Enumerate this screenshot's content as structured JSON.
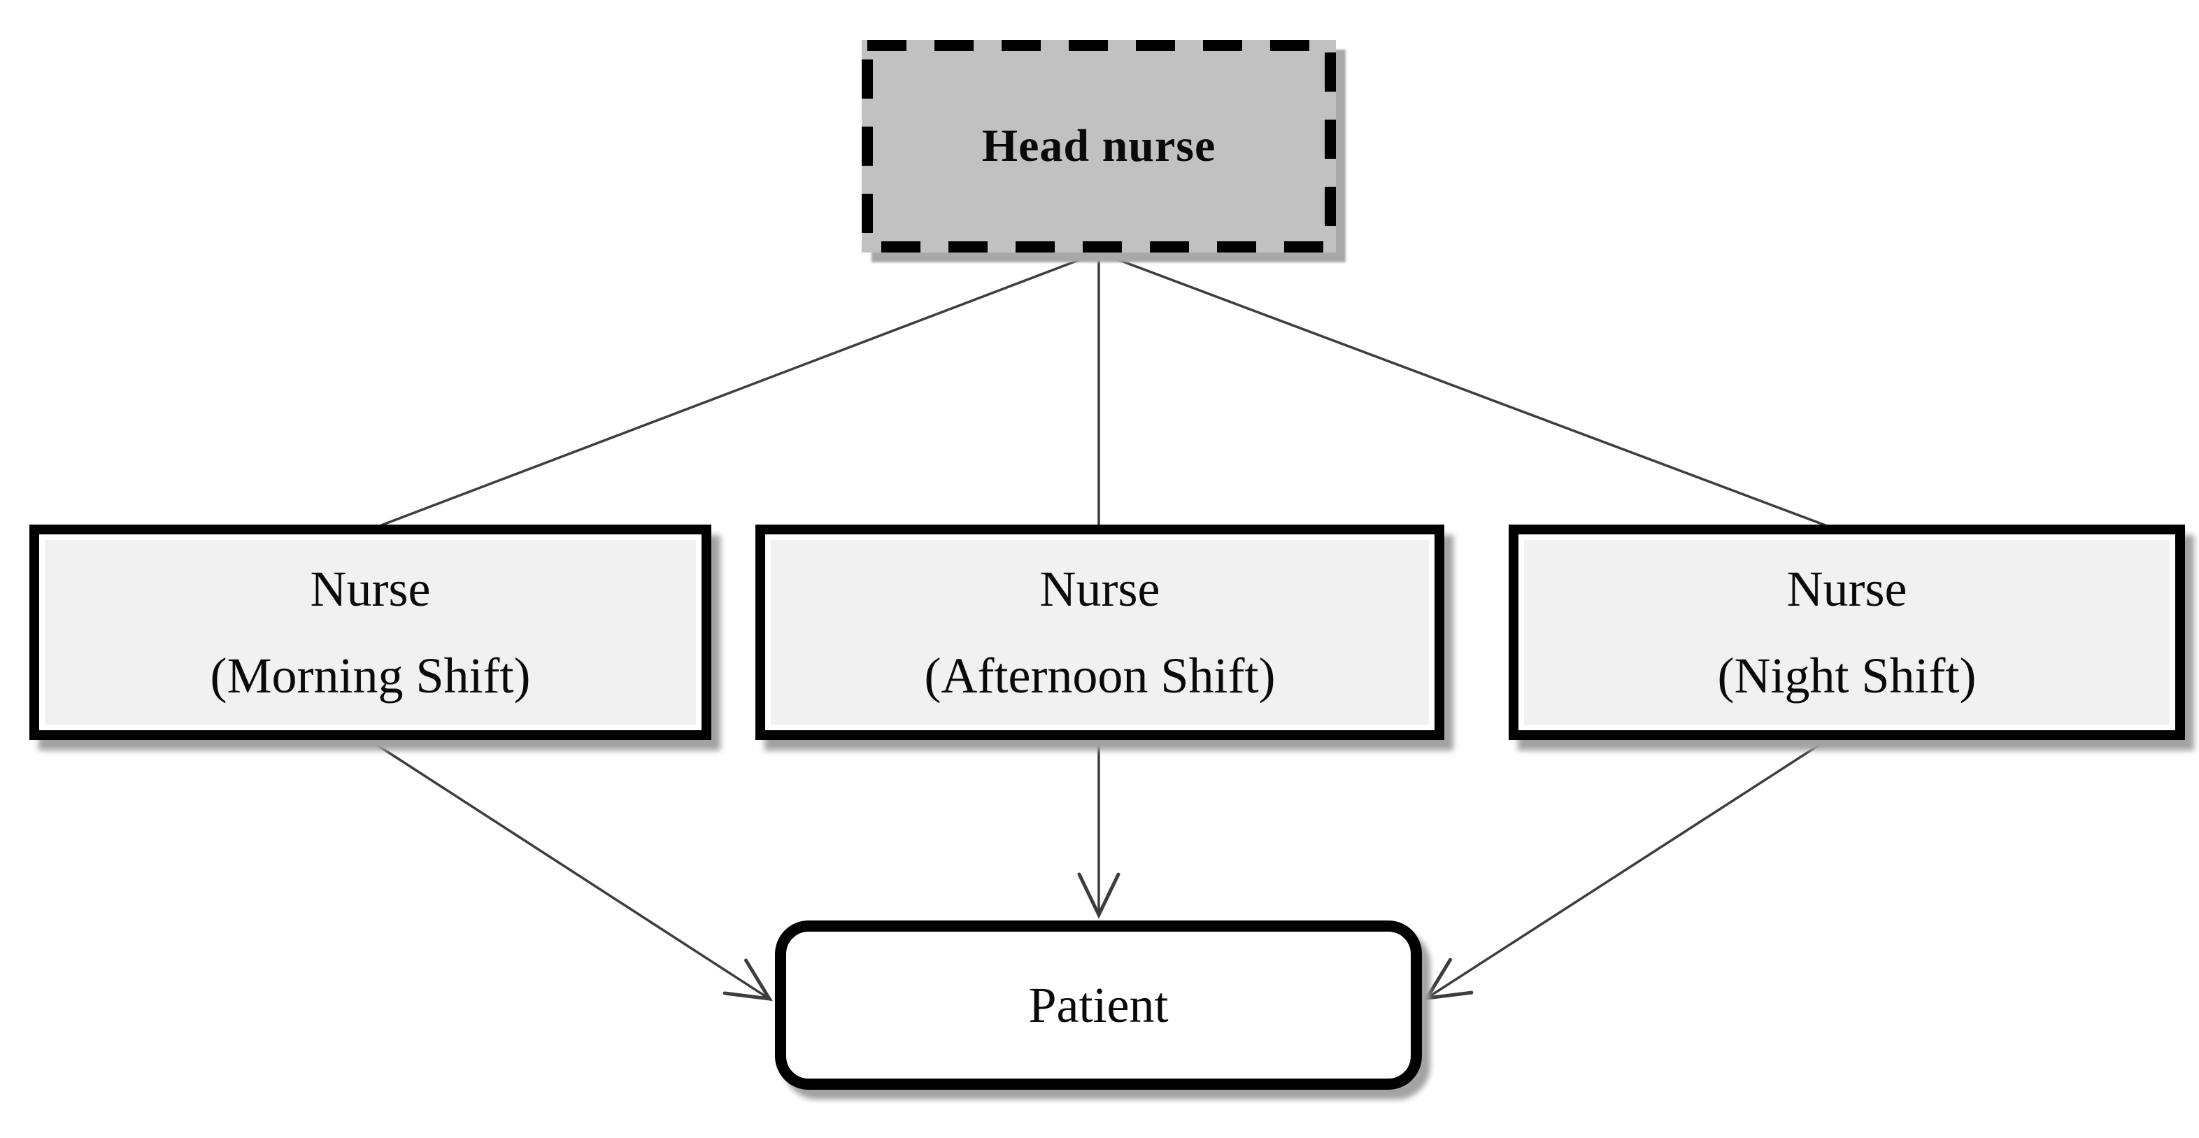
{
  "diagram": {
    "nodes": {
      "head_nurse": {
        "label": "Head nurse",
        "fill": "#c1c1c1",
        "border_style": "dashed"
      },
      "nurse_morning": {
        "line1": "Nurse",
        "line2": "(Morning Shift)",
        "fill": "#f1f1f1",
        "border_style": "solid"
      },
      "nurse_afternoon": {
        "line1": "Nurse",
        "line2": "(Afternoon Shift)",
        "fill": "#f1f1f1",
        "border_style": "solid"
      },
      "nurse_night": {
        "line1": "Nurse",
        "line2": "(Night Shift)",
        "fill": "#f1f1f1",
        "border_style": "solid"
      },
      "patient": {
        "label": "Patient",
        "fill": "#ffffff",
        "border_style": "solid-rounded"
      }
    },
    "edges": [
      {
        "from": "Head nurse",
        "to": "Nurse (Morning Shift)",
        "arrow": false
      },
      {
        "from": "Head nurse",
        "to": "Nurse (Afternoon Shift)",
        "arrow": false
      },
      {
        "from": "Head nurse",
        "to": "Nurse (Night Shift)",
        "arrow": false
      },
      {
        "from": "Nurse (Morning Shift)",
        "to": "Patient",
        "arrow": true
      },
      {
        "from": "Nurse (Afternoon Shift)",
        "to": "Patient",
        "arrow": true
      },
      {
        "from": "Nurse (Night Shift)",
        "to": "Patient",
        "arrow": true
      }
    ],
    "colors": {
      "background": "#ffffff",
      "head_fill": "#c1c1c1",
      "nurse_fill": "#f1f1f1",
      "patient_fill": "#ffffff",
      "border": "#000000",
      "inner_rim": "#ffffff",
      "connector": "#3d3d3d",
      "shadow": "#a8a8a8"
    }
  }
}
